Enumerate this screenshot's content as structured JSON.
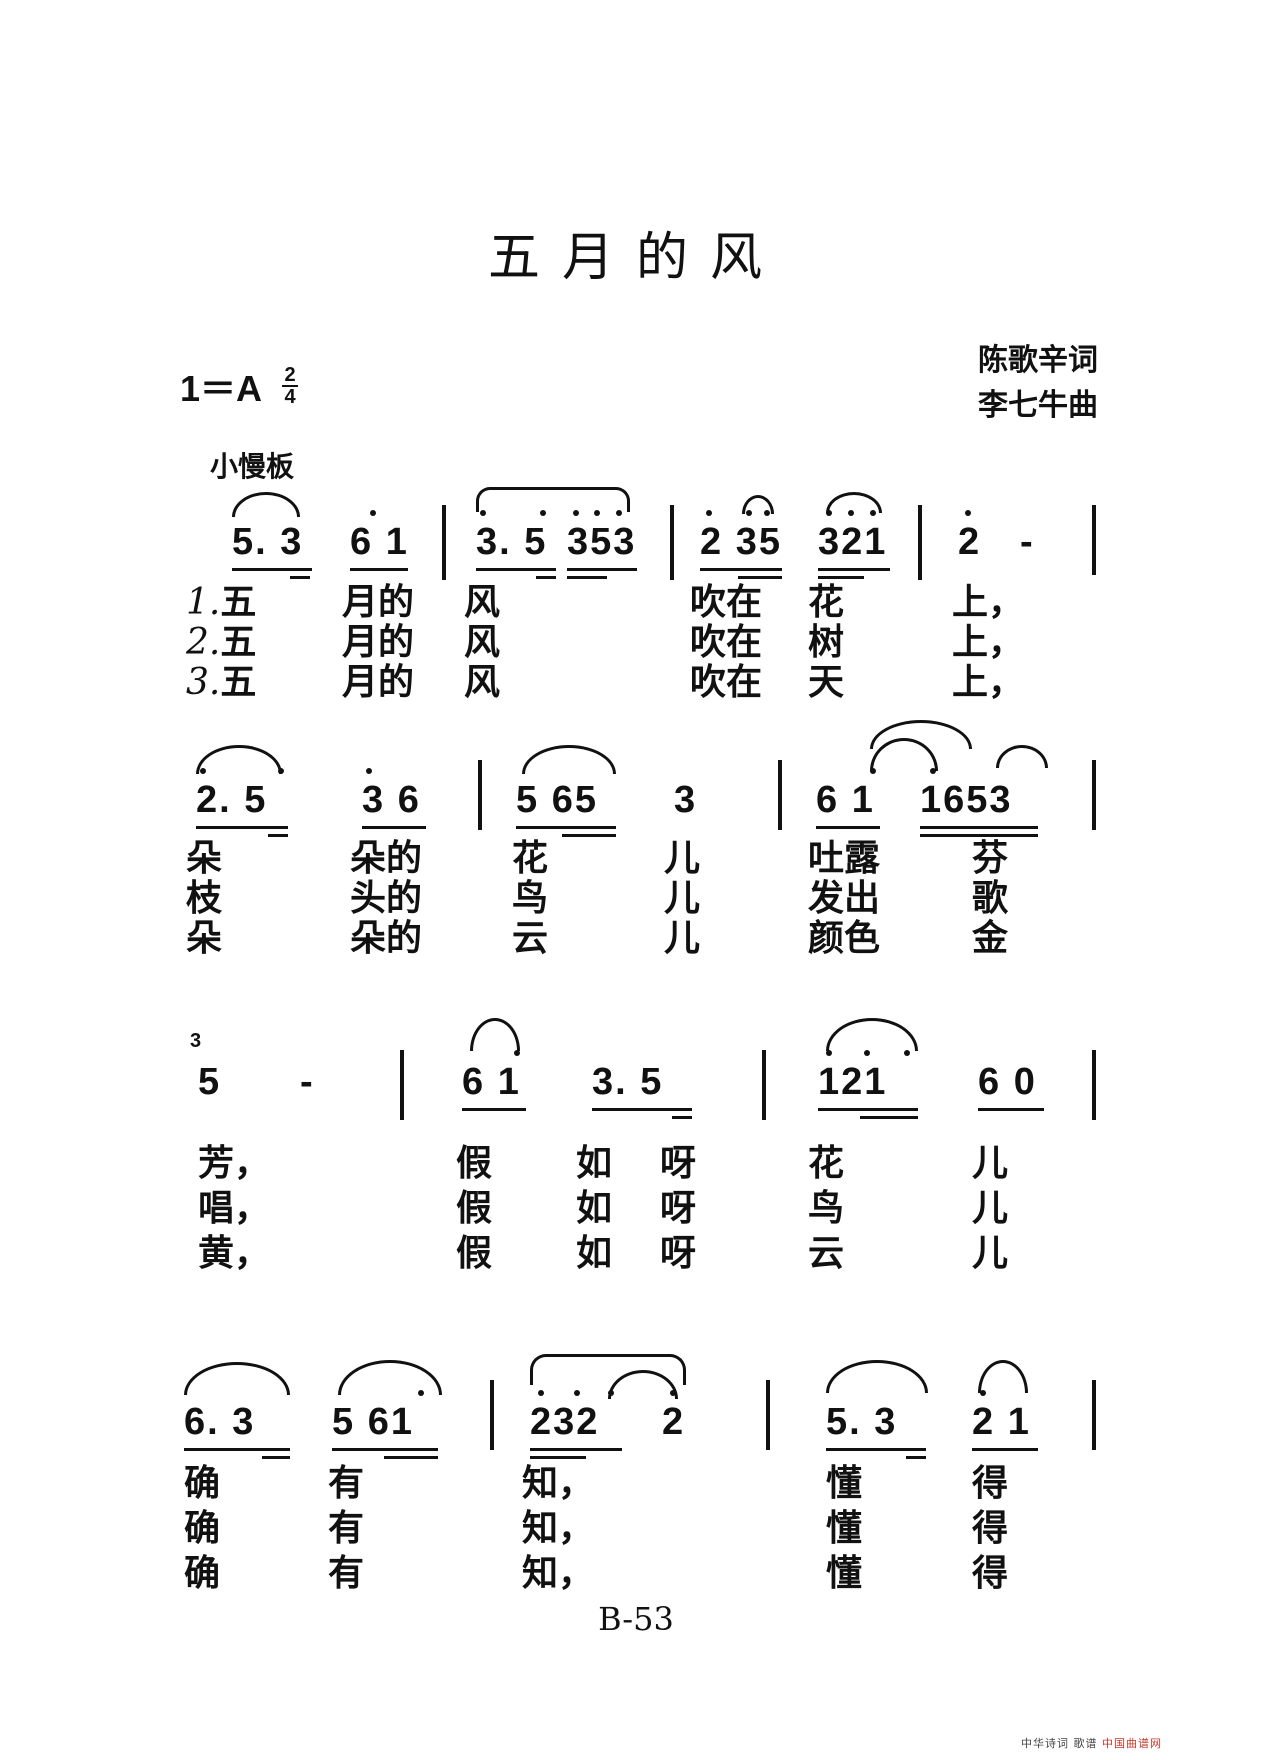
{
  "page": {
    "title": "五月的风",
    "lyricist": "陈歌辛词",
    "composer": "李七牛曲",
    "key": "1＝A",
    "time_signature": {
      "numerator": "2",
      "denominator": "4"
    },
    "tempo": "小慢板",
    "page_number": "B-53",
    "watermark": {
      "dark": "中华诗词 歌谱",
      "red": "中国曲谱网"
    }
  },
  "systems": [
    {
      "measures": [
        {
          "notes": [
            "5. 3",
            "6 1"
          ]
        },
        {
          "notes": [
            "3. 5",
            "353"
          ]
        },
        {
          "notes": [
            "2 35",
            "321"
          ]
        },
        {
          "notes": [
            "2",
            "-"
          ]
        }
      ],
      "lyrics": [
        {
          "verse": "1.",
          "words": [
            "五",
            "月的",
            "风",
            "吹在",
            "花",
            "上，"
          ]
        },
        {
          "verse": "2.",
          "words": [
            "五",
            "月的",
            "风",
            "吹在",
            "树",
            "上，"
          ]
        },
        {
          "verse": "3.",
          "words": [
            "五",
            "月的",
            "风",
            "吹在",
            "天",
            "上，"
          ]
        }
      ]
    },
    {
      "measures": [
        {
          "notes": [
            "2. 5",
            "3 6"
          ]
        },
        {
          "notes": [
            "5 65",
            "3"
          ]
        },
        {
          "notes": [
            "6 1",
            "1653"
          ]
        }
      ],
      "lyrics": [
        {
          "words": [
            "朵",
            "朵的",
            "花",
            "儿",
            "吐露",
            "芬"
          ]
        },
        {
          "words": [
            "枝",
            "头的",
            "鸟",
            "儿",
            "发出",
            "歌"
          ]
        },
        {
          "words": [
            "朵",
            "朵的",
            "云",
            "儿",
            "颜色",
            "金"
          ]
        }
      ]
    },
    {
      "measures": [
        {
          "grace": "3",
          "notes": [
            "5",
            "-"
          ]
        },
        {
          "notes": [
            "6 1",
            "3. 5"
          ]
        },
        {
          "notes": [
            "121",
            "6 0"
          ]
        }
      ],
      "lyrics": [
        {
          "words": [
            "芳，",
            "假",
            "如",
            "呀",
            "花",
            "儿"
          ]
        },
        {
          "words": [
            "唱，",
            "假",
            "如",
            "呀",
            "鸟",
            "儿"
          ]
        },
        {
          "words": [
            "黄，",
            "假",
            "如",
            "呀",
            "云",
            "儿"
          ]
        }
      ]
    },
    {
      "measures": [
        {
          "notes": [
            "6. 3",
            "5 61"
          ]
        },
        {
          "notes": [
            "232",
            "2"
          ]
        },
        {
          "notes": [
            "5. 3",
            "2 1"
          ]
        }
      ],
      "lyrics": [
        {
          "words": [
            "确",
            "有",
            "知，",
            "懂",
            "得"
          ]
        },
        {
          "words": [
            "确",
            "有",
            "知，",
            "懂",
            "得"
          ]
        },
        {
          "words": [
            "确",
            "有",
            "知，",
            "懂",
            "得"
          ]
        }
      ]
    }
  ]
}
